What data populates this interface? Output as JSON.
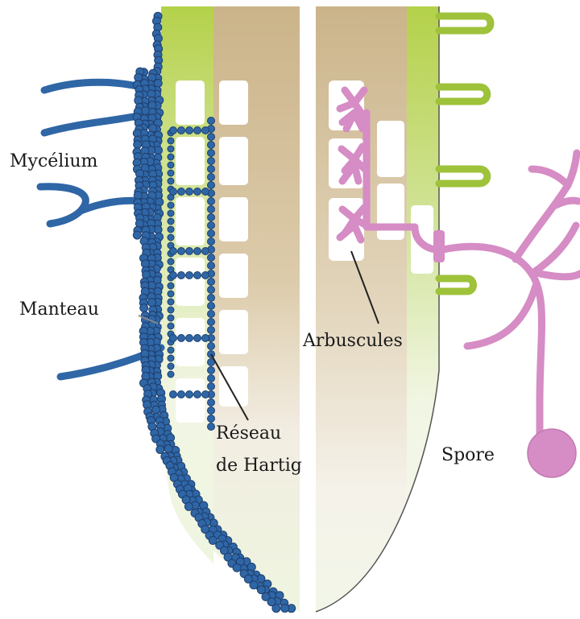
{
  "labels": {
    "mycelium": "Mycélium",
    "mantle": "Manteau",
    "arbuscules": "Arbuscules",
    "hartig_line1": "Réseau",
    "hartig_line2": "de Hartig",
    "spore": "Spore"
  },
  "colors": {
    "ecto_fungus": "#2f66a6",
    "ecto_fungus_edge": "#1e3f6e",
    "endo_fungus": "#d68cc4",
    "endo_fungus_edge": "#a85f97",
    "epidermis_green": "#b6d34e",
    "cortex_tan": "#cdb78f",
    "root_tip": "#eef5df",
    "cell": "#ffffff",
    "leader_line": "#222222"
  },
  "icons": {
    "left_panel": "ectomycorrhiza-root-section",
    "right_panel": "endomycorrhiza-root-section"
  }
}
